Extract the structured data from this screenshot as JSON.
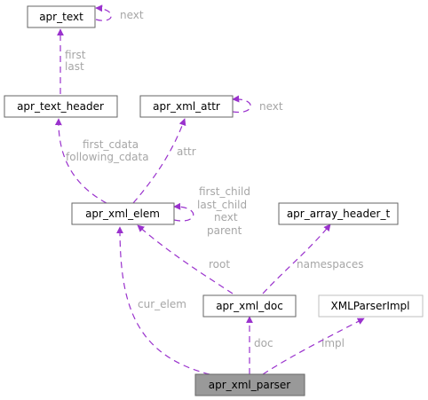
{
  "diagram": {
    "colors": {
      "edge": "#9a32cd",
      "edge_label": "#a6a6a6",
      "node_border": "#666666",
      "node_border_light": "#bfbfbf",
      "focus_fill": "#999999",
      "node_fill": "#ffffff"
    },
    "nodes": {
      "apr_text": "apr_text",
      "apr_text_header": "apr_text_header",
      "apr_xml_attr": "apr_xml_attr",
      "apr_xml_elem": "apr_xml_elem",
      "apr_array_header_t": "apr_array_header_t",
      "apr_xml_doc": "apr_xml_doc",
      "XMLParserImpl": "XMLParserImpl",
      "apr_xml_parser": "apr_xml_parser"
    },
    "edges": {
      "text_next": "next",
      "header_first": "first",
      "header_last": "last",
      "attr_next": "next",
      "elem_first_cdata": "first_cdata",
      "elem_following_cdata": "following_cdata",
      "elem_attr": "attr",
      "elem_first_child": "first_child",
      "elem_last_child": "last_child",
      "elem_next": "next",
      "elem_parent": "parent",
      "doc_root": "root",
      "doc_namespaces": "namespaces",
      "parser_cur_elem": "cur_elem",
      "parser_doc": "doc",
      "parser_impl": "impl"
    }
  }
}
